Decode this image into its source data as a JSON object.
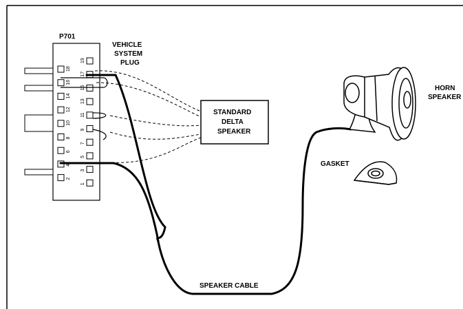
{
  "connector": {
    "name": "P701",
    "plug_label": [
      "VEHICLE",
      "SYSTEM",
      "PLUG"
    ],
    "left_pins": [
      "18",
      "16",
      "14",
      "12",
      "10",
      "8",
      "6",
      "4",
      "2"
    ],
    "right_pins": [
      "19",
      "17",
      "15",
      "13",
      "11",
      "9",
      "7",
      "5",
      "3",
      "1"
    ]
  },
  "speaker_box": [
    "STANDARD",
    "DELTA",
    "SPEAKER"
  ],
  "horn_label": [
    "HORN",
    "SPEAKER"
  ],
  "gasket_label": "GASKET",
  "cable_label": "SPEAKER CABLE"
}
